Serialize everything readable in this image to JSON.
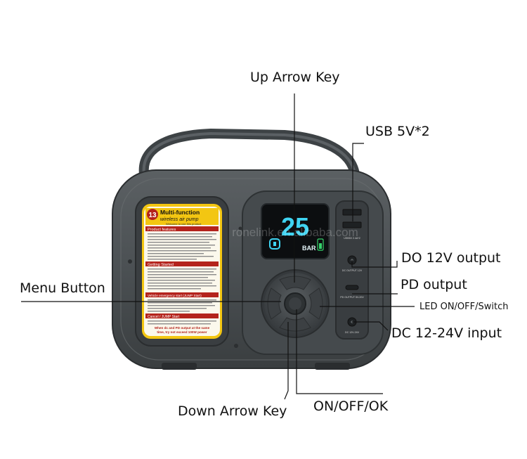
{
  "callouts": {
    "up_arrow_key": "Up Arrow Key",
    "usb": "USB 5V*2",
    "do_12v": "DO 12V output",
    "menu_button": "Menu Button",
    "pd_output": "PD output",
    "led_switch": "LED ON/OFF/Switch",
    "dc_input": "DC 12-24V input",
    "down_arrow_key": "Down Arrow Key",
    "on_off_ok": "ON/OFF/OK"
  },
  "display": {
    "reading": "25",
    "unit": "BAR"
  },
  "label_panel": {
    "badge": "13",
    "title_line1": "Multi-function",
    "title_line2": "wireless air pump",
    "welcome": "Welcome to use this product",
    "section_features": "Product features",
    "section_getting_started": "Getting Started",
    "section_jump_start": "Vehicle emergency start (JUMP Start)",
    "section_cancel": "Cancel / JUMP Start",
    "footer_line1": "When dc and PD output at the same",
    "footer_line2": "time, try not exceed 100W power"
  },
  "port_labels": {
    "usb": "USB5V 2.4A*2",
    "do": "DC OUTPUT 12V",
    "pd": "PD OUTPUT 5V-20V",
    "dc_in": "DC 12V-24V"
  },
  "watermark": "ronelink.en.alibaba.com",
  "colors": {
    "housing": "#4a4f52",
    "housing_dark": "#2e3234",
    "label_yellow": "#f3c612",
    "label_red": "#b4231c",
    "display_cyan": "#3fd4f2",
    "line": "#111111"
  }
}
